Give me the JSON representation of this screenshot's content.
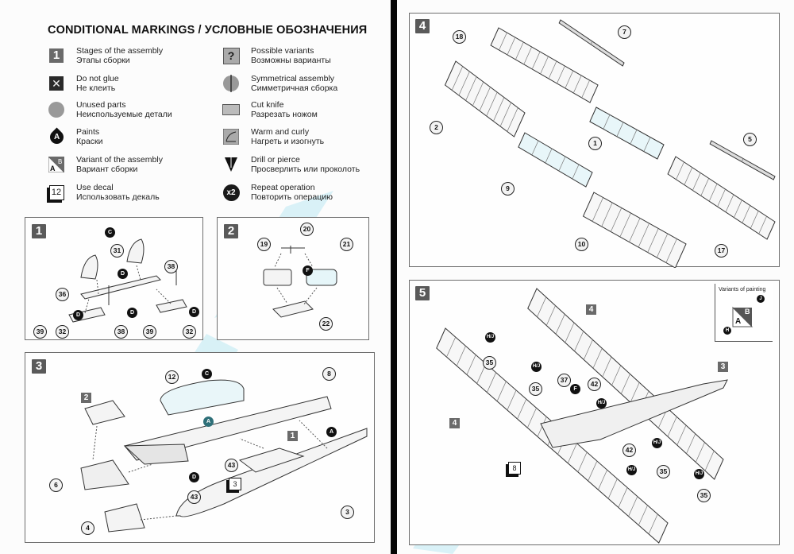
{
  "legend": {
    "title": "CONDITIONAL MARKINGS / УСЛОВНЫЕ ОБОЗНАЧЕНИЯ",
    "left_items": [
      {
        "icon": "stage-number-icon",
        "glyph": "1",
        "en": "Stages of the assembly",
        "ru": "Этапы сборки"
      },
      {
        "icon": "do-not-glue-icon",
        "glyph": "✕",
        "en": "Do not glue",
        "ru": "Не клеить"
      },
      {
        "icon": "unused-parts-icon",
        "glyph": "",
        "en": "Unused parts",
        "ru": "Неиспользуемые детали"
      },
      {
        "icon": "paint-drop-icon",
        "glyph": "A",
        "en": "Paints",
        "ru": "Краски"
      },
      {
        "icon": "variant-assembly-icon",
        "glyph": "AB",
        "en": "Variant of the assembly",
        "ru": "Вариант сборки"
      },
      {
        "icon": "decal-icon",
        "glyph": "12",
        "en": "Use decal",
        "ru": "Использовать декаль"
      }
    ],
    "right_items": [
      {
        "icon": "possible-variants-icon",
        "glyph": "?",
        "en": "Possible variants",
        "ru": "Возможны варианты"
      },
      {
        "icon": "symmetrical-assembly-icon",
        "glyph": "",
        "en": "Symmetrical assembly",
        "ru": "Симметричная сборка"
      },
      {
        "icon": "cut-knife-icon",
        "glyph": "",
        "en": "Cut knife",
        "ru": "Разрезать ножом"
      },
      {
        "icon": "warm-and-curly-icon",
        "glyph": "",
        "en": "Warm and curly",
        "ru": "Нагреть и изогнуть"
      },
      {
        "icon": "drill-icon",
        "glyph": "",
        "en": "Drill or pierce",
        "ru": "Просверлить или проколоть"
      },
      {
        "icon": "repeat-icon",
        "glyph": "x2",
        "en": "Repeat operation",
        "ru": "Повторить операцию"
      }
    ]
  },
  "steps": {
    "s1": {
      "number": "1",
      "callouts": [
        "31",
        "36",
        "38",
        "39",
        "32",
        "38",
        "39",
        "32"
      ],
      "paints": [
        "C",
        "D",
        "D",
        "D",
        "D"
      ]
    },
    "s2": {
      "number": "2",
      "callouts": [
        "20",
        "19",
        "21",
        "22"
      ],
      "paints": [
        "F"
      ]
    },
    "s3": {
      "number": "3",
      "callouts": [
        "12",
        "8",
        "6",
        "43",
        "43",
        "4",
        "3"
      ],
      "paints": [
        "C",
        "A",
        "A",
        "D"
      ],
      "refs": [
        "2",
        "1"
      ],
      "decal": "3"
    },
    "s4": {
      "number": "4",
      "callouts": [
        "18",
        "7",
        "2",
        "1",
        "5",
        "9",
        "10",
        "17"
      ]
    },
    "s5": {
      "number": "5",
      "callouts": [
        "35",
        "35",
        "37",
        "42",
        "42",
        "35",
        "35"
      ],
      "paints": [
        "H/J",
        "H/J",
        "F",
        "H/J",
        "H/J",
        "H/J",
        "H/J"
      ],
      "refs": [
        "4",
        "3",
        "4"
      ],
      "decal": "8",
      "variants": {
        "label": "Variants of painting",
        "a": "A",
        "b": "B",
        "j": "J",
        "h": "H"
      }
    }
  },
  "watermark_color": "#bfe9f2"
}
